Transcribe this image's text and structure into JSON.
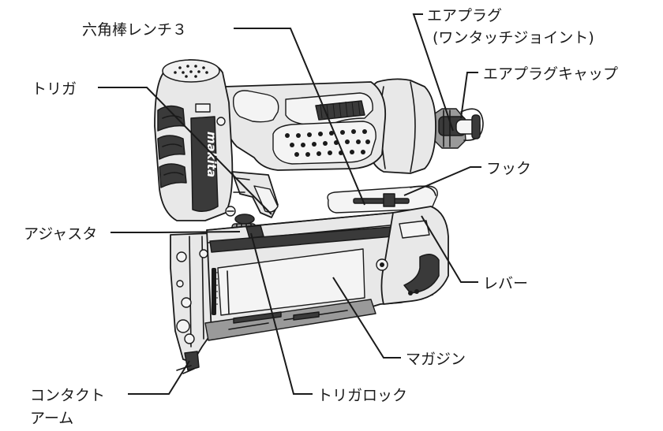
{
  "labels": {
    "hex_wrench": "六角棒レンチ３",
    "air_plug_line1": "エアプラグ",
    "air_plug_line2": "(ワンタッチジョイント)",
    "air_plug_cap": "エアプラグキャップ",
    "trigger": "トリガ",
    "hook": "フック",
    "adjuster": "アジャスタ",
    "lever": "レバー",
    "magazine": "マガジン",
    "contact_arm_line1": "コンタクト",
    "contact_arm_line2": "アーム",
    "trigger_lock": "トリガロック",
    "brand": "makita"
  }
}
